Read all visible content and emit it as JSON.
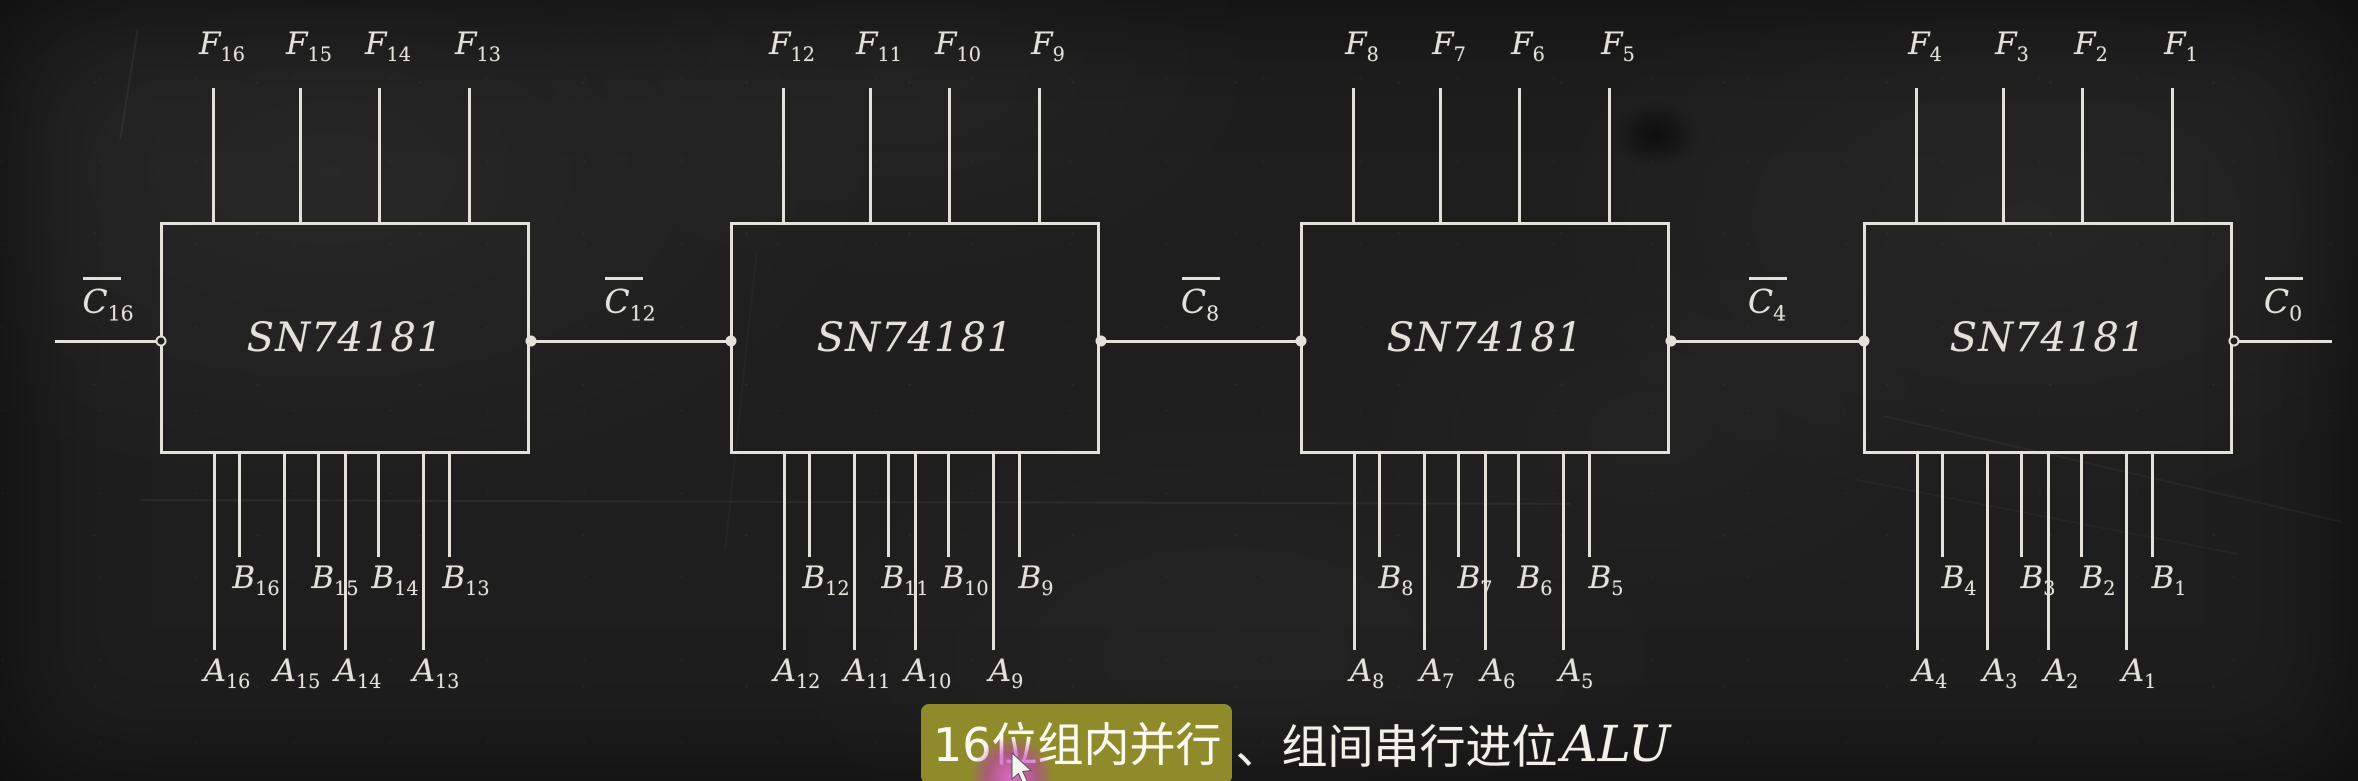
{
  "caption": {
    "highlight": "16位组内并行",
    "rest": "、组间串行进位",
    "suffix": "ALU",
    "highlight_color": "#8f8b2b"
  },
  "chips": [
    {
      "label": "SN74181",
      "f_outputs": [
        "F16",
        "F15",
        "F14",
        "F13"
      ],
      "b_inputs": [
        "B16",
        "B15",
        "B14",
        "B13"
      ],
      "a_inputs": [
        "A16",
        "A15",
        "A14",
        "A13"
      ]
    },
    {
      "label": "SN74181",
      "f_outputs": [
        "F12",
        "F11",
        "F10",
        "F9"
      ],
      "b_inputs": [
        "B12",
        "B11",
        "B10",
        "B9"
      ],
      "a_inputs": [
        "A12",
        "A11",
        "A10",
        "A9"
      ]
    },
    {
      "label": "SN74181",
      "f_outputs": [
        "F8",
        "F7",
        "F6",
        "F5"
      ],
      "b_inputs": [
        "B8",
        "B7",
        "B6",
        "B5"
      ],
      "a_inputs": [
        "A8",
        "A7",
        "A6",
        "A5"
      ]
    },
    {
      "label": "SN74181",
      "f_outputs": [
        "F4",
        "F3",
        "F2",
        "F1"
      ],
      "b_inputs": [
        "B4",
        "B3",
        "B2",
        "B1"
      ],
      "a_inputs": [
        "A4",
        "A3",
        "A2",
        "A1"
      ]
    }
  ],
  "carries": [
    {
      "label": "C16",
      "overline": true
    },
    {
      "label": "C12",
      "overline": true
    },
    {
      "label": "C8",
      "overline": true
    },
    {
      "label": "C4",
      "overline": true
    },
    {
      "label": "C0",
      "overline": true
    }
  ],
  "pointer_color": "#be3ab6",
  "chalk_color": "#e4e1da"
}
